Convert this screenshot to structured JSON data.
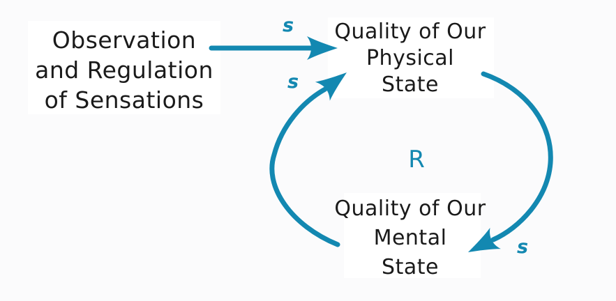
{
  "diagram": {
    "type": "causal-loop",
    "accent_color": "#1388B1",
    "text_color": "#1A1A1A",
    "background_color": "#FBFBFC",
    "nodes": {
      "observation": {
        "lines": [
          "Observation",
          "and Regulation",
          "of Sensations"
        ]
      },
      "physical": {
        "lines": [
          "Quality of Our",
          "Physical",
          "State"
        ]
      },
      "mental": {
        "lines": [
          "Quality of Our",
          "Mental",
          "State"
        ]
      }
    },
    "links": [
      {
        "from": "observation",
        "to": "physical",
        "polarity": "s",
        "style": "straight"
      },
      {
        "from": "mental",
        "to": "physical",
        "polarity": "s",
        "style": "curved-left"
      },
      {
        "from": "physical",
        "to": "mental",
        "polarity": "s",
        "style": "curved-right"
      }
    ],
    "loop_label": "R",
    "loop_type": "reinforcing"
  }
}
